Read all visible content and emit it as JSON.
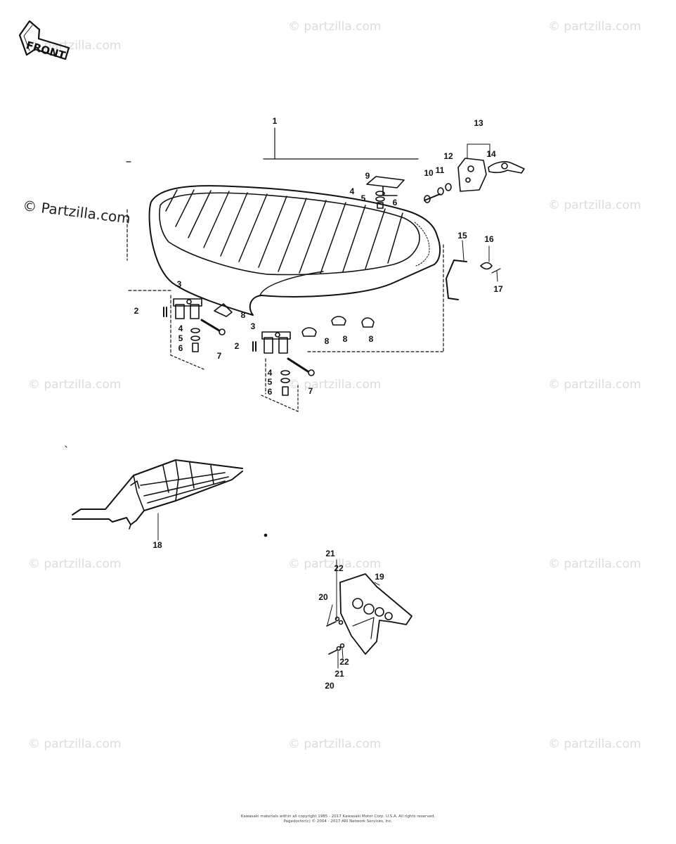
{
  "front_label": "FRONT",
  "watermarks": {
    "text": "© partzilla.com",
    "prominent": "© Partzilla.com"
  },
  "copyright_lines": [
    "Kawasaki materials within all copyright 1985 - 2017 Kawasaki Motor Corp. U.S.A. All rights reserved.",
    "Pagedoctor(c) © 2004 - 2017 ARI Network Services, Inc."
  ],
  "callouts": [
    "1",
    "2",
    "3",
    "4",
    "5",
    "6",
    "7",
    "8",
    "9",
    "10",
    "11",
    "12",
    "13",
    "14",
    "15",
    "16",
    "17",
    "18",
    "19",
    "20",
    "21",
    "22"
  ]
}
